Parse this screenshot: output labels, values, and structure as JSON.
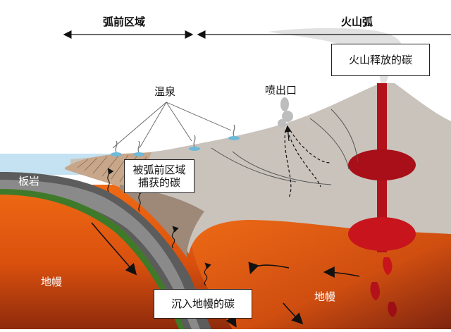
{
  "diagram": {
    "headings": {
      "forearc": "弧前区域",
      "arc": "火山弧"
    },
    "labels": {
      "hot_springs": "温泉",
      "vent": "喷出口",
      "slab": "板岩",
      "mantle_left": "地幔",
      "mantle_right": "地幔"
    },
    "boxes": {
      "volcanic_carbon": "火山释放的碳",
      "forearc_carbon_line1": "被弧前区域",
      "forearc_carbon_line2": "捕获的碳",
      "subducted_carbon": "沉入地幔的碳"
    },
    "colors": {
      "magma": "#b3121a",
      "mantle": "#e8560f",
      "volcano": "#c8c2bb",
      "sea": "#bfdff0",
      "slab": "#5a5a5a",
      "slab_stripe": "#3f7a2a"
    }
  }
}
